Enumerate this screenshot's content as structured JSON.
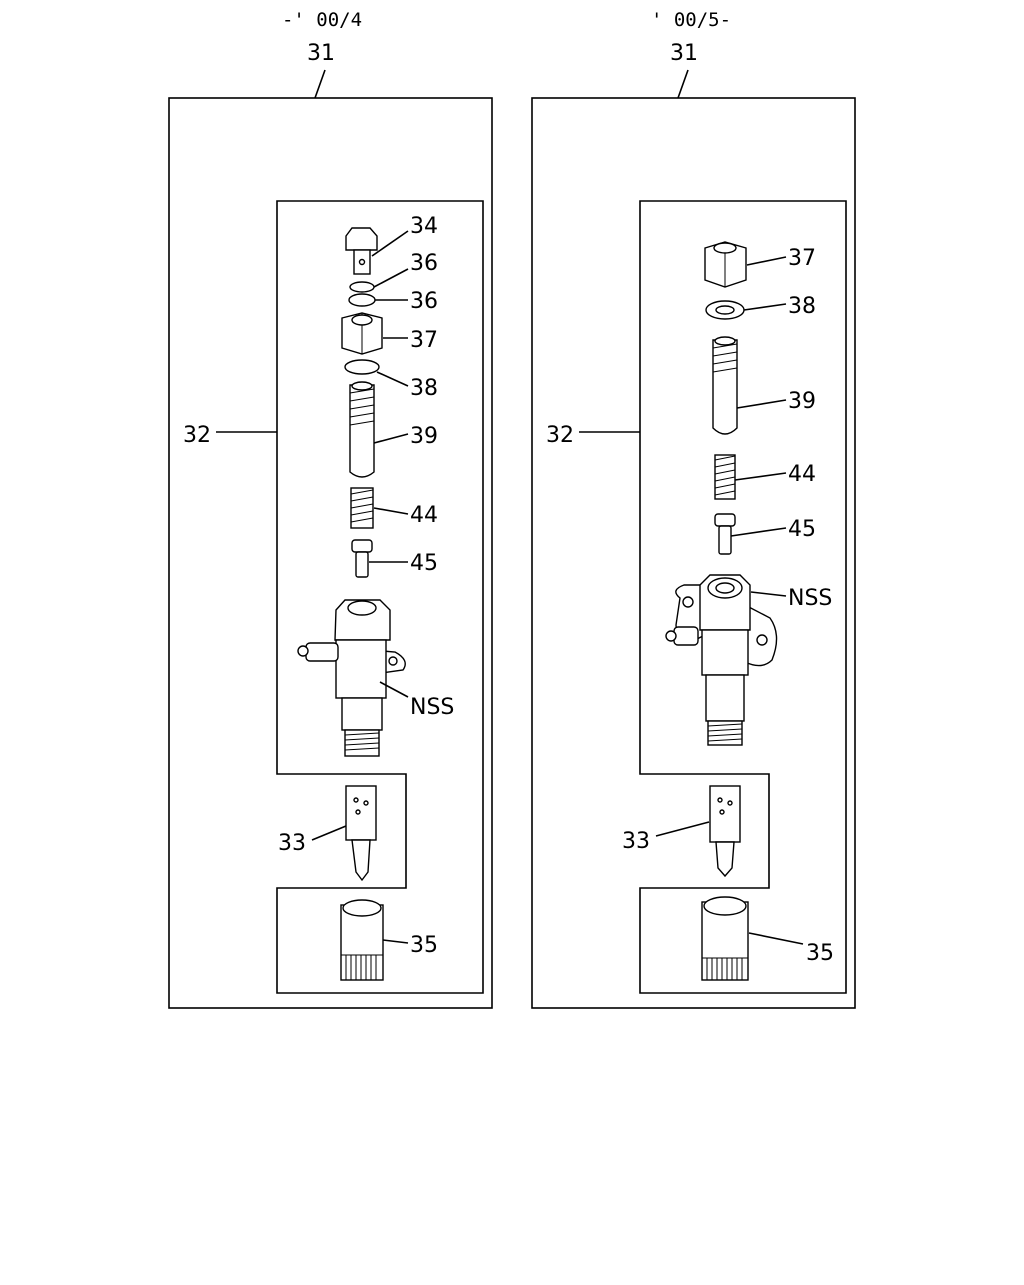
{
  "panels": [
    {
      "range": "-' 00/4",
      "assembly": "31",
      "sub_assembly": "32",
      "callouts": {
        "c34": "34",
        "c36a": "36",
        "c36b": "36",
        "c37": "37",
        "c38": "38",
        "c39": "39",
        "c44": "44",
        "c45": "45",
        "nss": "NSS",
        "c33": "33",
        "c35": "35"
      }
    },
    {
      "range": "' 00/5-",
      "assembly": "31",
      "sub_assembly": "32",
      "callouts": {
        "c37": "37",
        "c38": "38",
        "c39": "39",
        "c44": "44",
        "c45": "45",
        "nss": "NSS",
        "c33": "33",
        "c35": "35"
      }
    }
  ]
}
